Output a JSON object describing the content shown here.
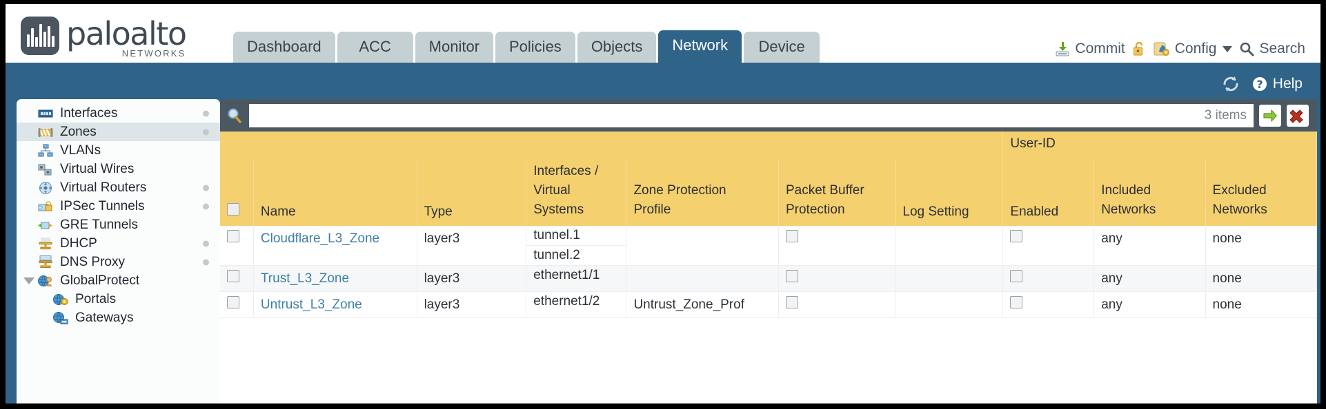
{
  "brand": {
    "name": "paloalto",
    "tagline": "NETWORKS",
    "registered": "®"
  },
  "nav": {
    "tabs": [
      {
        "label": "Dashboard",
        "active": false
      },
      {
        "label": "ACC",
        "active": false
      },
      {
        "label": "Monitor",
        "active": false
      },
      {
        "label": "Policies",
        "active": false
      },
      {
        "label": "Objects",
        "active": false
      },
      {
        "label": "Network",
        "active": true
      },
      {
        "label": "Device",
        "active": false
      }
    ]
  },
  "topactions": {
    "commit": "Commit",
    "config": "Config",
    "search": "Search",
    "lock_icon": "unlock-icon",
    "commit_icon": "commit-save-icon",
    "config_icon": "config-wrench-icon",
    "search_icon": "search-icon"
  },
  "toolbar": {
    "refresh_icon": "refresh-icon",
    "help_icon": "help-icon",
    "help_label": "Help"
  },
  "sidebar": {
    "items": [
      {
        "label": "Interfaces",
        "icon": "interfaces-icon",
        "dot": true,
        "child": false,
        "selected": false,
        "expander": false
      },
      {
        "label": "Zones",
        "icon": "zones-icon",
        "dot": true,
        "child": false,
        "selected": true,
        "expander": false
      },
      {
        "label": "VLANs",
        "icon": "vlans-icon",
        "dot": false,
        "child": false,
        "selected": false,
        "expander": false
      },
      {
        "label": "Virtual Wires",
        "icon": "virtual-wires-icon",
        "dot": false,
        "child": false,
        "selected": false,
        "expander": false
      },
      {
        "label": "Virtual Routers",
        "icon": "virtual-routers-icon",
        "dot": true,
        "child": false,
        "selected": false,
        "expander": false
      },
      {
        "label": "IPSec Tunnels",
        "icon": "ipsec-tunnels-icon",
        "dot": true,
        "child": false,
        "selected": false,
        "expander": false
      },
      {
        "label": "GRE Tunnels",
        "icon": "gre-tunnels-icon",
        "dot": false,
        "child": false,
        "selected": false,
        "expander": false
      },
      {
        "label": "DHCP",
        "icon": "dhcp-icon",
        "dot": true,
        "child": false,
        "selected": false,
        "expander": false
      },
      {
        "label": "DNS Proxy",
        "icon": "dns-proxy-icon",
        "dot": true,
        "child": false,
        "selected": false,
        "expander": false
      },
      {
        "label": "GlobalProtect",
        "icon": "globalprotect-icon",
        "dot": false,
        "child": false,
        "selected": false,
        "expander": true
      },
      {
        "label": "Portals",
        "icon": "portals-icon",
        "dot": false,
        "child": true,
        "selected": false,
        "expander": false
      },
      {
        "label": "Gateways",
        "icon": "gateways-icon",
        "dot": false,
        "child": true,
        "selected": false,
        "expander": false
      }
    ]
  },
  "filterbar": {
    "search_icon": "search-icon",
    "value": "",
    "placeholder": "",
    "items_count": "3 items",
    "apply_icon": "apply-filter-arrow-icon",
    "clear_icon": "clear-filter-x-icon"
  },
  "table": {
    "group_header": "User-ID",
    "columns": [
      "Name",
      "Type",
      "Interfaces / Virtual Systems",
      "Zone Protection Profile",
      "Packet Buffer Protection",
      "Log Setting",
      "Enabled",
      "Included Networks",
      "Excluded Networks"
    ],
    "col_interfaces_lines": [
      "Interfaces /",
      "Virtual",
      "Systems"
    ],
    "col_zone_lines": [
      "Zone Protection",
      "Profile"
    ],
    "col_packet_lines": [
      "Packet Buffer",
      "Protection"
    ],
    "col_included_lines": [
      "Included",
      "Networks"
    ],
    "col_excluded_lines": [
      "Excluded",
      "Networks"
    ],
    "rows": [
      {
        "name": "Cloudflare_L3_Zone",
        "type": "layer3",
        "interfaces": [
          "tunnel.1",
          "tunnel.2"
        ],
        "zone_protection_profile": "",
        "packet_buffer_protection": false,
        "log_setting": "",
        "userid_enabled": false,
        "included_networks": "any",
        "excluded_networks": "none"
      },
      {
        "name": "Trust_L3_Zone",
        "type": "layer3",
        "interfaces": [
          "ethernet1/1"
        ],
        "zone_protection_profile": "",
        "packet_buffer_protection": false,
        "log_setting": "",
        "userid_enabled": false,
        "included_networks": "any",
        "excluded_networks": "none"
      },
      {
        "name": "Untrust_L3_Zone",
        "type": "layer3",
        "interfaces": [
          "ethernet1/2"
        ],
        "zone_protection_profile": "Untrust_Zone_Prof",
        "packet_buffer_protection": false,
        "log_setting": "",
        "userid_enabled": false,
        "included_networks": "any",
        "excluded_networks": "none"
      }
    ]
  },
  "colors": {
    "brand_blue": "#2f6488",
    "header_gold": "#f5d06f",
    "group_gold": "#e0b445",
    "link_blue": "#3c7fa8",
    "tab_inactive": "#c5d0d3"
  }
}
